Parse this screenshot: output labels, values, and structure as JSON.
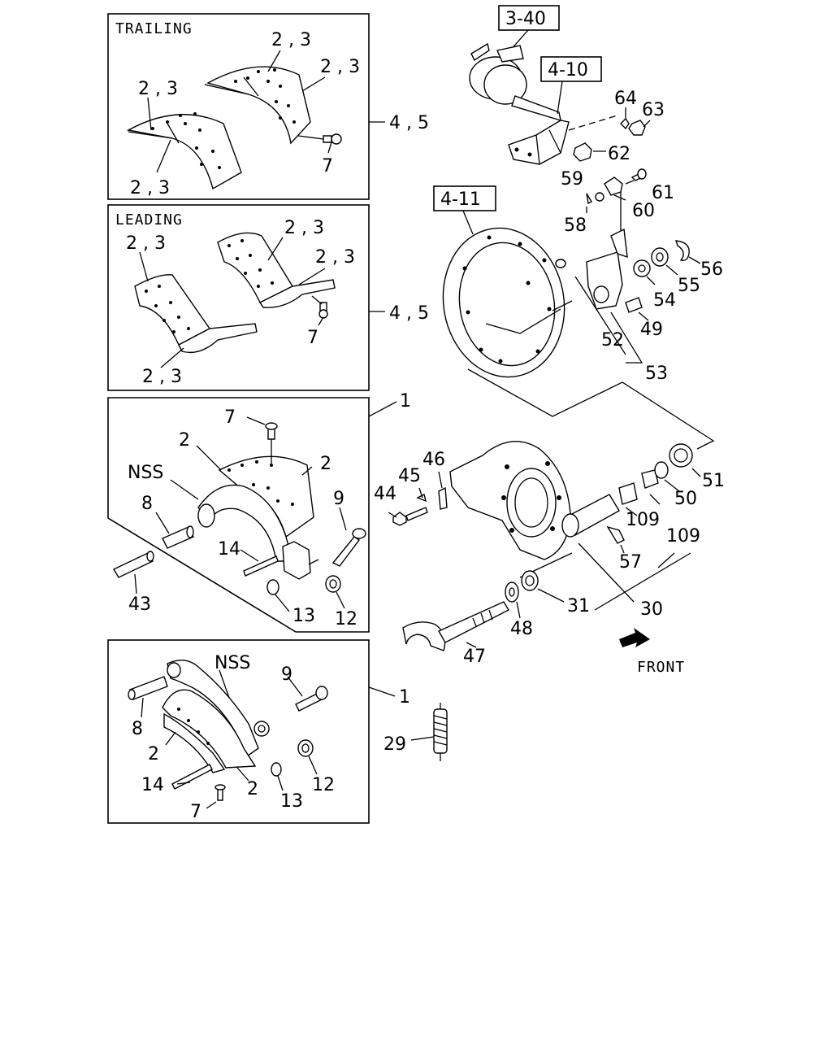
{
  "panels": {
    "trailing": {
      "title": "TRAILING",
      "callout": "4 , 5"
    },
    "leading": {
      "title": "LEADING",
      "callout": "4 , 5"
    },
    "nss_top": {
      "callout": "1"
    },
    "nss_bottom": {
      "callout": "1"
    }
  },
  "references": [
    "3-40",
    "4-10",
    "4-11"
  ],
  "orientation": {
    "label": "FRONT"
  },
  "labels": {
    "l_2_3": "2 , 3",
    "l_7": "7",
    "l_nss": "NSS",
    "l_2": "2",
    "l_8": "8",
    "l_9": "9",
    "l_12": "12",
    "l_13": "13",
    "l_14": "14",
    "l_29": "29",
    "l_30": "30",
    "l_31": "31",
    "l_43": "43",
    "l_44": "44",
    "l_45": "45",
    "l_46": "46",
    "l_47": "47",
    "l_48": "48",
    "l_49": "49",
    "l_50": "50",
    "l_51": "51",
    "l_52": "52",
    "l_53": "53",
    "l_54": "54",
    "l_55": "55",
    "l_56": "56",
    "l_57": "57",
    "l_58": "58",
    "l_59": "59",
    "l_60": "60",
    "l_61": "61",
    "l_62": "62",
    "l_63": "63",
    "l_64": "64",
    "l_109": "109"
  }
}
